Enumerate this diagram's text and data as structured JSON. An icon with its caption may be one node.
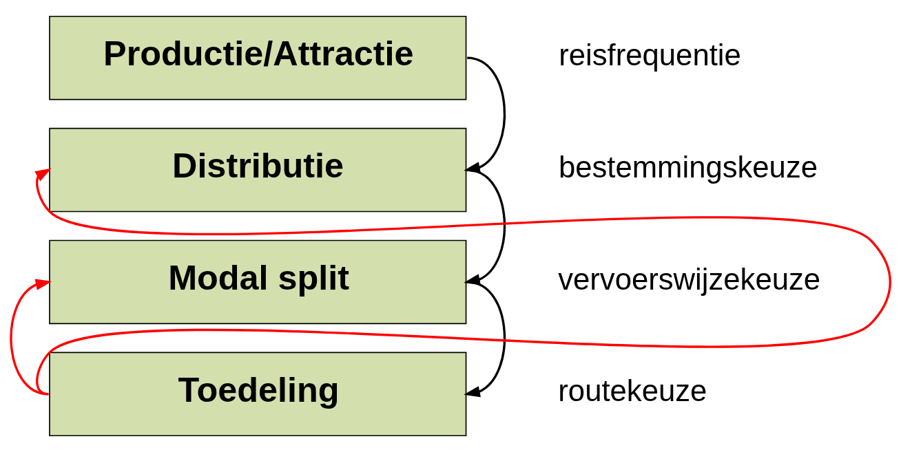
{
  "diagram": {
    "nodes": [
      {
        "text": [
          "Productie/Attractie"
        ],
        "beside": [
          "reisfrequentie"
        ]
      },
      {
        "text": [
          "Distributie"
        ],
        "beside": [
          "bestemmingskeuze"
        ]
      },
      {
        "text": [
          "Modal split"
        ],
        "beside": [
          "vervoerswijzekeuze"
        ]
      },
      {
        "text": [
          "Toedeling"
        ],
        "beside": [
          "routekeuze"
        ]
      }
    ],
    "edges": [
      {
        "from": 0,
        "to": 1,
        "arrow": "to"
      },
      {
        "from": 1,
        "to": 2,
        "arrow": "to"
      },
      {
        "from": 2,
        "to": 3,
        "arrow": "to"
      },
      {
        "from": 3,
        "to": 1,
        "arrow": "to",
        "color": "#ff0000"
      },
      {
        "from": 3,
        "to": 2,
        "arrow": "to",
        "color": "#ff0000"
      }
    ]
  }
}
